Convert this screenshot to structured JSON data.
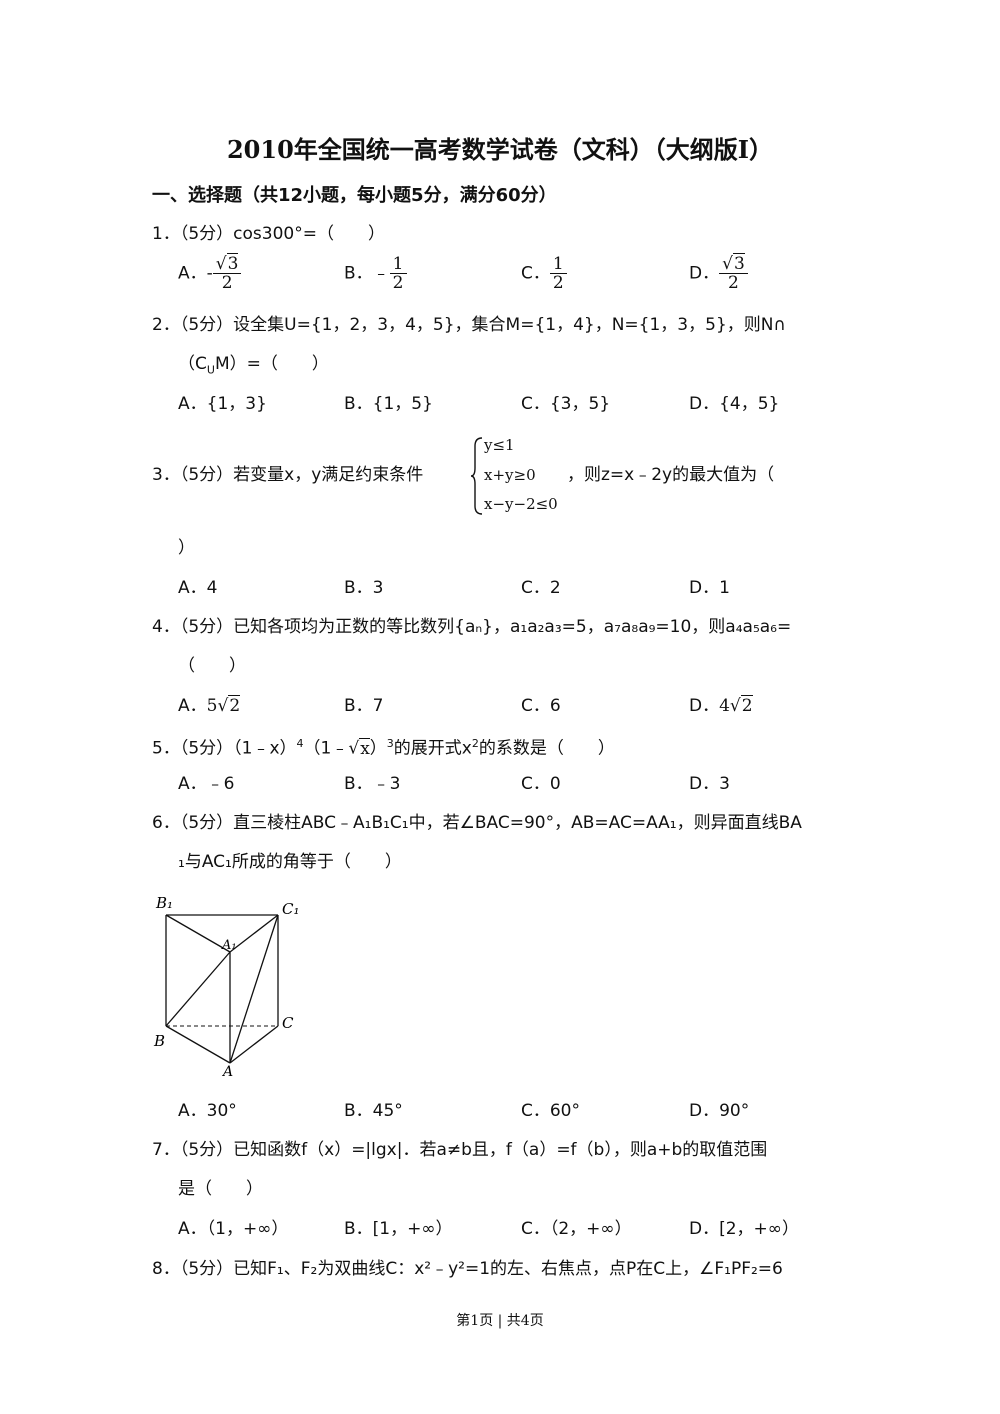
{
  "title": "2010年全国统一高考数学试卷（文科）（大纲版Ⅰ）",
  "section": "一、选择题（共12小题，每小题5分，满分60分）",
  "q1": {
    "num": "1．",
    "text": "（5分）cos300°=（　　）",
    "A": "A．",
    "A_sign": "-",
    "A_num": "3",
    "A_den": "2",
    "B": "B．",
    "B_sign": "﹣",
    "B_num": "1",
    "B_den": "2",
    "C": "C．",
    "C_num": "1",
    "C_den": "2",
    "D": "D．",
    "D_num": "3",
    "D_den": "2"
  },
  "q2": {
    "num": "2．",
    "line1": "（5分）设全集U={1，2，3，4，5}，集合M={1，4}，N={1，3，5}，则N∩",
    "line2_a": "（C",
    "line2_sub": "U",
    "line2_b": "M）=（　　）",
    "A": "A．{1，3}",
    "B": "B．{1，5}",
    "C": "C．{3，5}",
    "D": "D．{4，5}"
  },
  "q3": {
    "num": "3．",
    "text_a": "（5分）若变量x，y满足约束条件",
    "c1": "y≤1",
    "c2": "x+y≥0",
    "c3": "x−y−2≤0",
    "text_b": "，则z=x﹣2y的最大值为（",
    "line2": "）",
    "A": "A．4",
    "B": "B．3",
    "C": "C．2",
    "D": "D．1"
  },
  "q4": {
    "num": "4．",
    "line1": "（5分）已知各项均为正数的等比数列{aₙ}，a₁a₂a₃=5，a₇a₈a₉=10，则a₄a₅a₆=",
    "line2": "（　　）",
    "A": "A．",
    "A_coef": "5",
    "A_rad": "2",
    "B": "B．7",
    "C": "C．6",
    "D": "D．",
    "D_coef": "4",
    "D_rad": "2"
  },
  "q5": {
    "num": "5．",
    "text_a": "（5分）（1﹣x）",
    "exp1": "4",
    "text_b": "（1﹣",
    "rad": "x",
    "text_c": "）",
    "exp2": "3",
    "text_d": "的展开式x",
    "exp3": "2",
    "text_e": "的系数是（　　）",
    "A": "A．﹣6",
    "B": "B．﹣3",
    "C": "C．0",
    "D": "D．3"
  },
  "q6": {
    "num": "6．",
    "line1": "（5分）直三棱柱ABC﹣A₁B₁C₁中，若∠BAC=90°，AB=AC=AA₁，则异面直线BA",
    "line2": "₁与AC₁所成的角等于（　　）",
    "fig": {
      "B1": "B₁",
      "C1": "C₁",
      "A1": "A₁",
      "B": "B",
      "C": "C",
      "A": "A"
    },
    "A": "A．30°",
    "B": "B．45°",
    "C": "C．60°",
    "D": "D．90°"
  },
  "q7": {
    "num": "7．",
    "line1": "（5分）已知函数f（x）=|lgx|．若a≠b且，f（a）=f（b），则a+b的取值范围",
    "line2": "是（　　）",
    "A": "A．（1，+∞）",
    "B": "B．[1，+∞）",
    "C": "C．（2，+∞）",
    "D": "D．[2，+∞）"
  },
  "q8": {
    "num": "8．",
    "line1": "（5分）已知F₁、F₂为双曲线C：x²﹣y²=1的左、右焦点，点P在C上，∠F₁PF₂=6"
  },
  "footer": "第1页 | 共4页"
}
